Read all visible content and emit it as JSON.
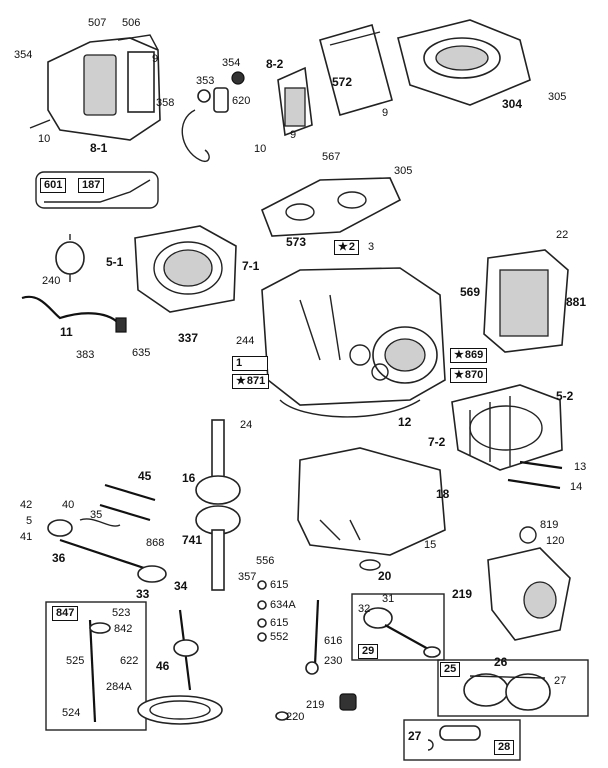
{
  "labels": {
    "l507": "507",
    "l506": "506",
    "l354a": "354",
    "l10a": "10",
    "l81": "8-1",
    "l354b": "354",
    "l353": "353",
    "l358": "358",
    "l620": "620",
    "l82": "8-2",
    "l572": "572",
    "l9a": "9",
    "l9b": "9",
    "l10b": "10",
    "l9c": "9",
    "l304": "304",
    "l305a": "305",
    "l567": "567",
    "l305b": "305",
    "l601": "601",
    "l187": "187",
    "l573": "573",
    "l2": "2",
    "l3": "3",
    "l22": "22",
    "l240": "240",
    "l51": "5-1",
    "l71": "7-1",
    "l569": "569",
    "l881": "881",
    "l11": "11",
    "l337": "337",
    "l244": "244",
    "l635": "635",
    "l383": "383",
    "l1": "1",
    "l871": "871",
    "l869": "869",
    "l870": "870",
    "l12": "12",
    "l52": "5-2",
    "l24": "24",
    "l72": "7-2",
    "l13": "13",
    "l14": "14",
    "l16": "16",
    "l45": "45",
    "l18": "18",
    "l42": "42",
    "l40": "40",
    "l35": "35",
    "l5": "5",
    "l41": "41",
    "l36": "36",
    "l868": "868",
    "l741": "741",
    "l34": "34",
    "l33": "33",
    "l819": "819",
    "l120": "120",
    "l15": "15",
    "l556": "556",
    "l357": "357",
    "l20": "20",
    "l219a": "219",
    "l847": "847",
    "l523": "523",
    "l842": "842",
    "l525": "525",
    "l622": "622",
    "l284a": "284A",
    "l524": "524",
    "l46": "46",
    "l615a": "615",
    "l634a": "634A",
    "l615b": "615",
    "l552": "552",
    "l616": "616",
    "l230": "230",
    "l219b": "219",
    "l220": "220",
    "l32": "32",
    "l31": "31",
    "l29": "29",
    "l25": "25",
    "l26": "26",
    "l27a": "27",
    "l27b": "27",
    "l28": "28"
  }
}
